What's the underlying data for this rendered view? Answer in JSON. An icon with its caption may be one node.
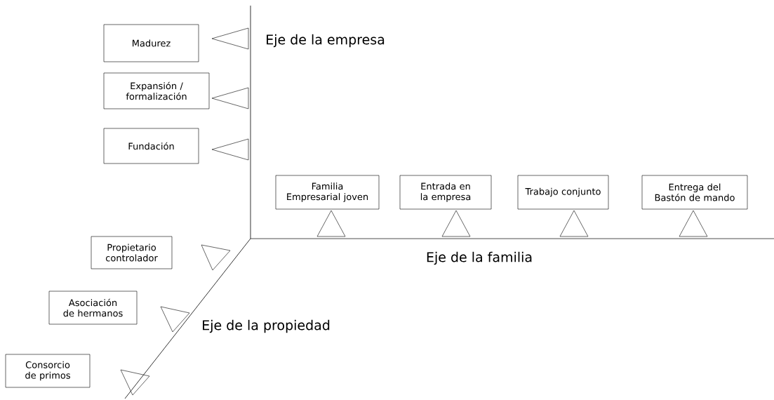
{
  "diagram": {
    "nodes": [
      {
        "text": [
          "Madurez"
        ]
      },
      {
        "text": [
          "Expansión / formalización"
        ]
      },
      {
        "text": [
          "Fundación"
        ]
      },
      {
        "text": [
          "Familia Empresarial joven"
        ]
      },
      {
        "text": [
          "Entrada en la empresa"
        ]
      },
      {
        "text": [
          "Trabajo conjunto"
        ]
      },
      {
        "text": [
          "Entrega del Bastón de mando"
        ]
      },
      {
        "text": [
          "Propietario controlador"
        ]
      },
      {
        "text": [
          "Asociación de hermanos"
        ]
      },
      {
        "text": [
          "Consorcio de primos"
        ]
      }
    ],
    "labels": [
      "Eje de la empresa",
      "Eje de la familia",
      "Eje de la propiedad"
    ]
  }
}
